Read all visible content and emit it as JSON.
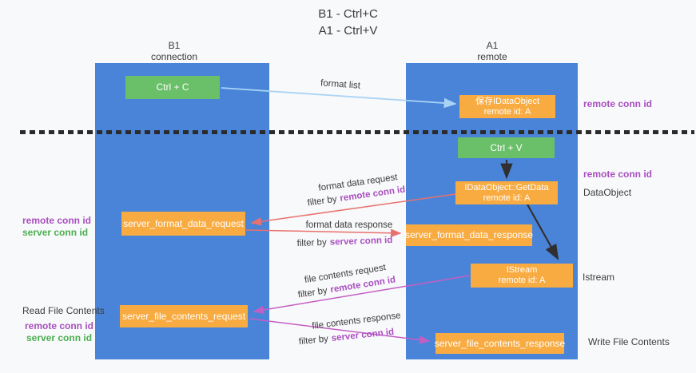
{
  "title": {
    "line1": "B1 - Ctrl+C",
    "line2": "A1 - Ctrl+V"
  },
  "columns": {
    "left": {
      "name": "B1",
      "role": "connection"
    },
    "right": {
      "name": "A1",
      "role": "remote"
    }
  },
  "boxes": {
    "ctrl_c": {
      "label": "Ctrl + C"
    },
    "ctrl_v": {
      "label": "Ctrl + V"
    },
    "saved_dataobject": {
      "line1": "保存IDataObject",
      "line2": "remote id: A"
    },
    "getdata": {
      "line1": "IDataObject::GetData",
      "line2": "remote id: A"
    },
    "istream": {
      "line1": "IStream",
      "line2": "remote id: A"
    },
    "server_format_data_request": {
      "label": "server_format_data_request"
    },
    "server_format_data_response": {
      "label": "server_format_data_response"
    },
    "server_file_contents_request": {
      "label": "server_file_contents_request"
    },
    "server_file_contents_response": {
      "label": "server_file_contents_response"
    }
  },
  "arrow_labels": {
    "format_list": "format list",
    "format_data_request": "format data request",
    "format_data_response": "format data response",
    "file_contents_request": "file contents request",
    "file_contents_response": "file contents response",
    "filter_by": "filter by",
    "remote_conn_id": "remote conn id",
    "server_conn_id": "server conn id"
  },
  "annotations": {
    "remote_conn_id": "remote conn id",
    "server_conn_id": "server conn id",
    "dataobject": "DataObject",
    "istream": "Istream",
    "read_file_contents": "Read File Contents",
    "write_file_contents": "Write File Contents"
  },
  "colors": {
    "lifeline_blue": "#4a84d8",
    "box_orange": "#f8ab41",
    "box_green": "#6abf69",
    "arrow_salmon": "#e8716e",
    "arrow_magenta": "#c45ec4",
    "arrow_lightblue": "#a9d3f5",
    "arrow_black": "#303030",
    "divider_black": "#2b2b2b",
    "text_purple": "#a94fc0",
    "text_green": "#4caf50"
  }
}
